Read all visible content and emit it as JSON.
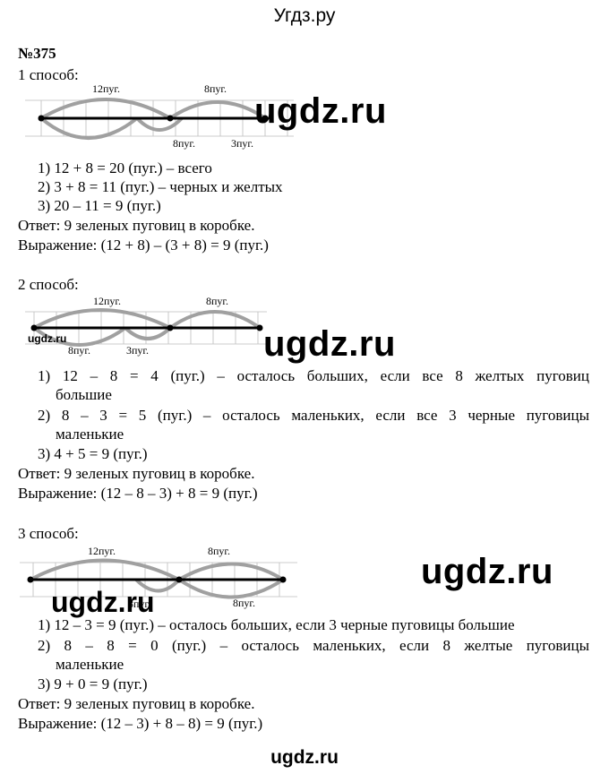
{
  "header": {
    "site": "Угдз.ру"
  },
  "task_number": "№375",
  "watermark": "ugdz.ru",
  "method1": {
    "title": "1 способ:",
    "diagram_labels": {
      "top_left": "12пуг.",
      "top_right": "8пуг.",
      "bottom_left": "8пуг.",
      "bottom_right": "3пуг."
    },
    "steps": [
      "1) 12 + 8 = 20 (пуг.) – всего",
      "2) 3 + 8 = 11 (пуг.) – черных и желтых",
      "3) 20 – 11 = 9 (пуг.)"
    ],
    "answer": "Ответ: 9 зеленых пуговиц в коробке.",
    "expression": "Выражение: (12 + 8) – (3 + 8) = 9 (пуг.)"
  },
  "method2": {
    "title": "2 способ:",
    "diagram_labels": {
      "top_left": "12пуг.",
      "top_right": "8пуг.",
      "bottom_left": "8пуг.",
      "bottom_right": "3пуг."
    },
    "steps": [
      {
        "line1": "1) 12 – 8 = 4 (пуг.) – осталось больших, если все 8 желтых пуговиц",
        "line2": "большие"
      },
      {
        "line1": "2) 8 – 3 = 5 (пуг.) – осталось маленьких, если все 3 черные пуговицы",
        "line2": "маленькие"
      },
      {
        "line1": "3) 4 + 5 = 9 (пуг.)"
      }
    ],
    "answer": "Ответ: 9 зеленых пуговиц в коробке.",
    "expression": "Выражение: (12 – 8 – 3) + 8 = 9 (пуг.)"
  },
  "method3": {
    "title": "3 способ:",
    "diagram_labels": {
      "top_left": "12пуг.",
      "top_right": "8пуг.",
      "bottom_left": "3пуг.",
      "bottom_right": "8пуг."
    },
    "steps": [
      {
        "line1": "1) 12 – 3 = 9 (пуг.) – осталось больших, если 3 черные пуговицы большие"
      },
      {
        "line1": "2) 8 – 8 = 0 (пуг.) – осталось маленьких, если 8 желтые пуговицы",
        "line2": "маленькие"
      },
      {
        "line1": "3) 9 + 0 = 9 (пуг.)"
      }
    ],
    "answer": "Ответ: 9 зеленых пуговиц в коробке.",
    "expression": "Выражение: (12 – 3) + 8 – 8) = 9 (пуг.)"
  },
  "footer": {
    "site": "ugdz.ru"
  },
  "colors": {
    "arc": "#a0a0a0",
    "line": "#000000",
    "grid": "#bdbdbd"
  }
}
